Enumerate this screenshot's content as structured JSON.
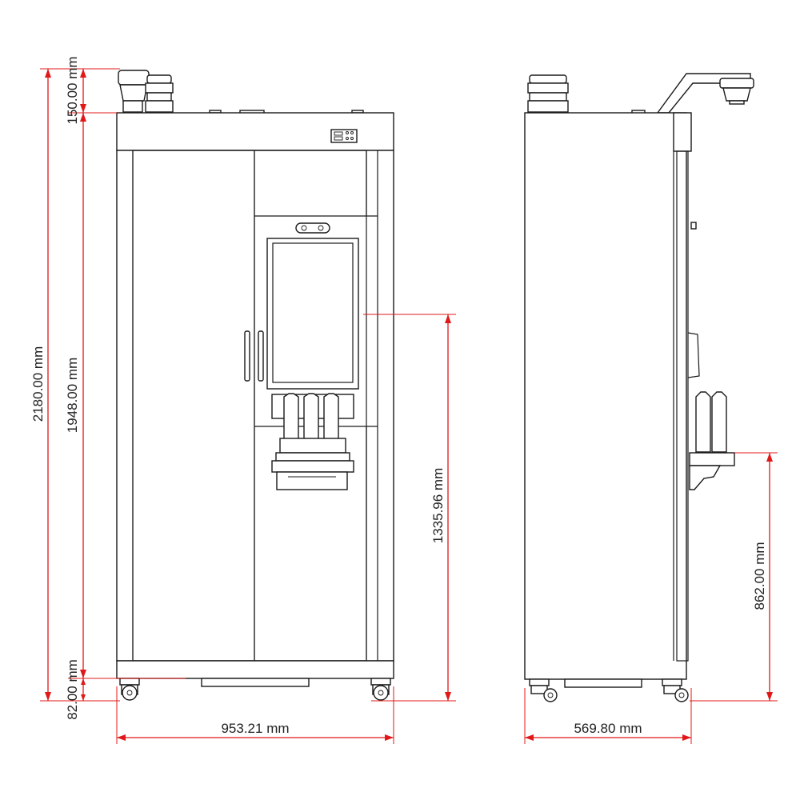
{
  "colors": {
    "dimension": "#e01818",
    "outline": "#1a1a1a",
    "background": "#ffffff"
  },
  "dimensions": {
    "total_height": "2180.00 mm",
    "body_height": "1948.00 mm",
    "top_module": "150.00 mm",
    "caster_height": "82.00 mm",
    "width": "953.21 mm",
    "dispenser_height": "1335.96 mm",
    "depth": "569.80 mm",
    "shelf_height": "862.00 mm"
  }
}
